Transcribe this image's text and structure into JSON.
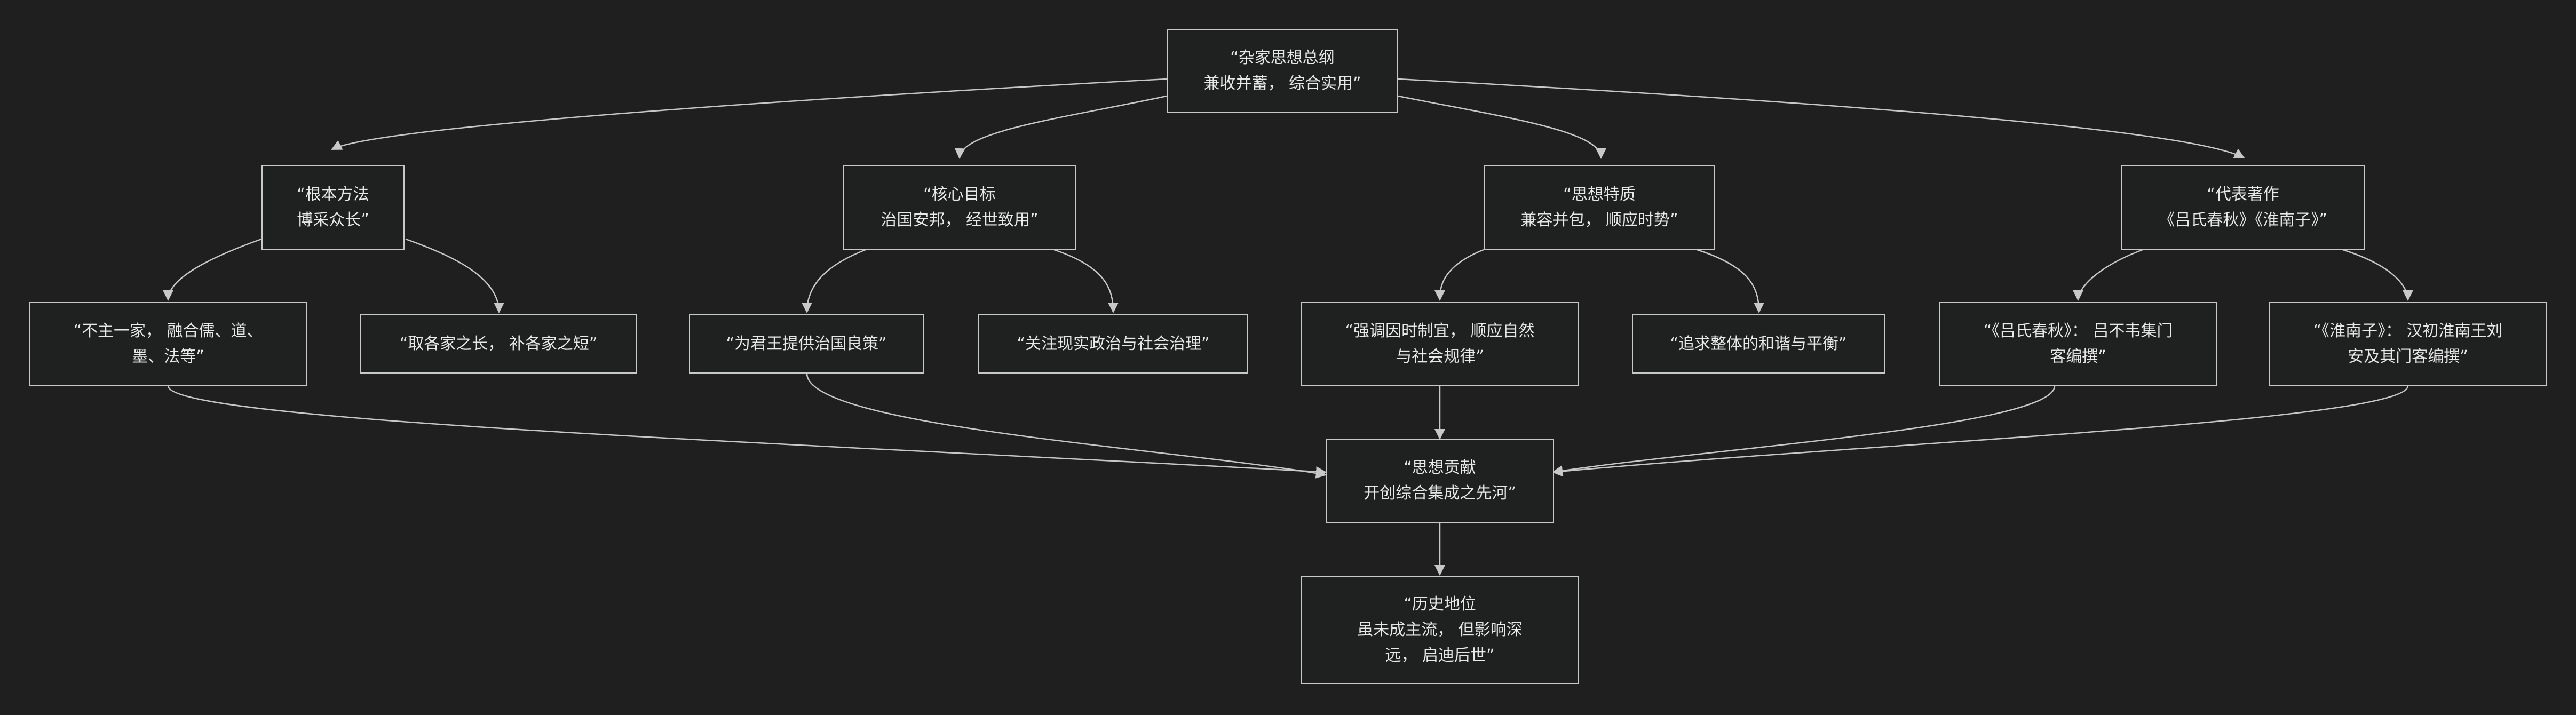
{
  "nodes": {
    "root": {
      "text": "“杂家思想总纲\n兼收并蓄， 综合实用”"
    },
    "method": {
      "text": "“根本方法\n博采众长”"
    },
    "goal": {
      "text": "“核心目标\n治国安邦， 经世致用”"
    },
    "trait": {
      "text": "“思想特质\n兼容并包， 顺应时势”"
    },
    "works": {
      "text": "“代表著作\n《吕氏春秋》《淮南子》”"
    },
    "m1": {
      "text": "“不主一家， 融合儒、道、\n墨、法等”"
    },
    "m2": {
      "text": "“取各家之长， 补各家之短”"
    },
    "g1": {
      "text": "“为君王提供治国良策”"
    },
    "g2": {
      "text": "“关注现实政治与社会治理”"
    },
    "t1": {
      "text": "“强调因时制宜， 顺应自然\n与社会规律”"
    },
    "t2": {
      "text": "“追求整体的和谐与平衡”"
    },
    "w1": {
      "text": "“《吕氏春秋》： 吕不韦集门\n客编撰”"
    },
    "w2": {
      "text": "“《淮南子》： 汉初淮南王刘\n安及其门客编撰”"
    },
    "contrib": {
      "text": "“思想贡献\n开创综合集成之先河”"
    },
    "status": {
      "text": "“历史地位\n虽未成主流， 但影响深\n远， 启迪后世”"
    }
  },
  "colors": {
    "background": "#1f1f1f",
    "stroke": "#c8c8c8",
    "text": "#e8e8e8"
  }
}
